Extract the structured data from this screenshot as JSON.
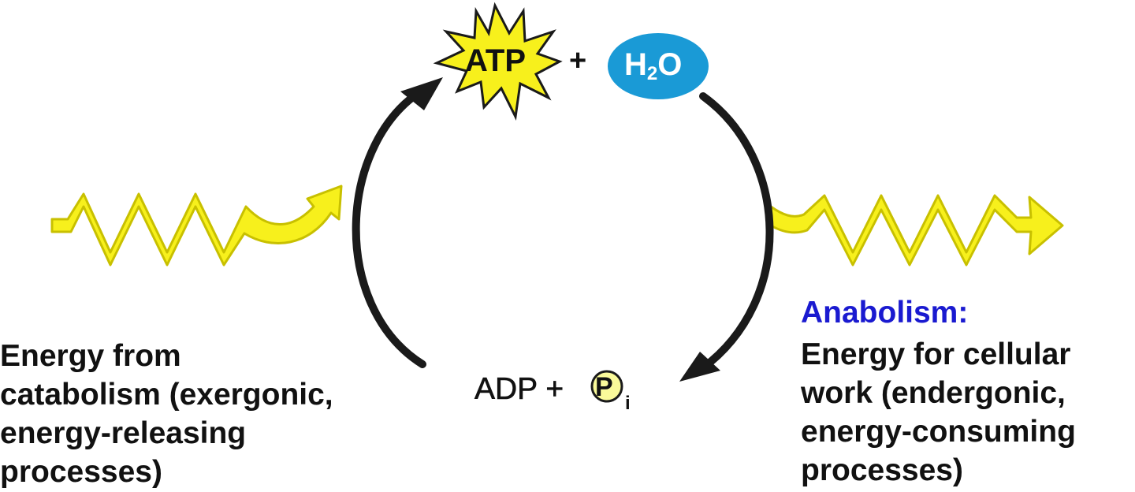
{
  "cycle": {
    "atp_label": "ATP",
    "plus_top": "+",
    "water_main": "H",
    "water_sub": "2",
    "water_end": "O",
    "adp_label": "ADP +",
    "phosphate_letter": "P",
    "phosphate_subscript": "i"
  },
  "left": {
    "lines": [
      "Energy from",
      "catabolism (exergonic,",
      "energy-releasing",
      "processes)"
    ]
  },
  "right": {
    "title": "Anabolism:",
    "lines": [
      "Energy for cellular",
      "work (endergonic,",
      "energy-consuming",
      "processes)"
    ]
  },
  "colors": {
    "energy_arrow": "#f7f01c",
    "energy_outline": "#c8c000",
    "water_blob": "#1a9ad6",
    "anabolism_title": "#1a1ad0",
    "cycle_arrow": "#1a1a1a",
    "phosphate_circle": "#fafa9a"
  }
}
